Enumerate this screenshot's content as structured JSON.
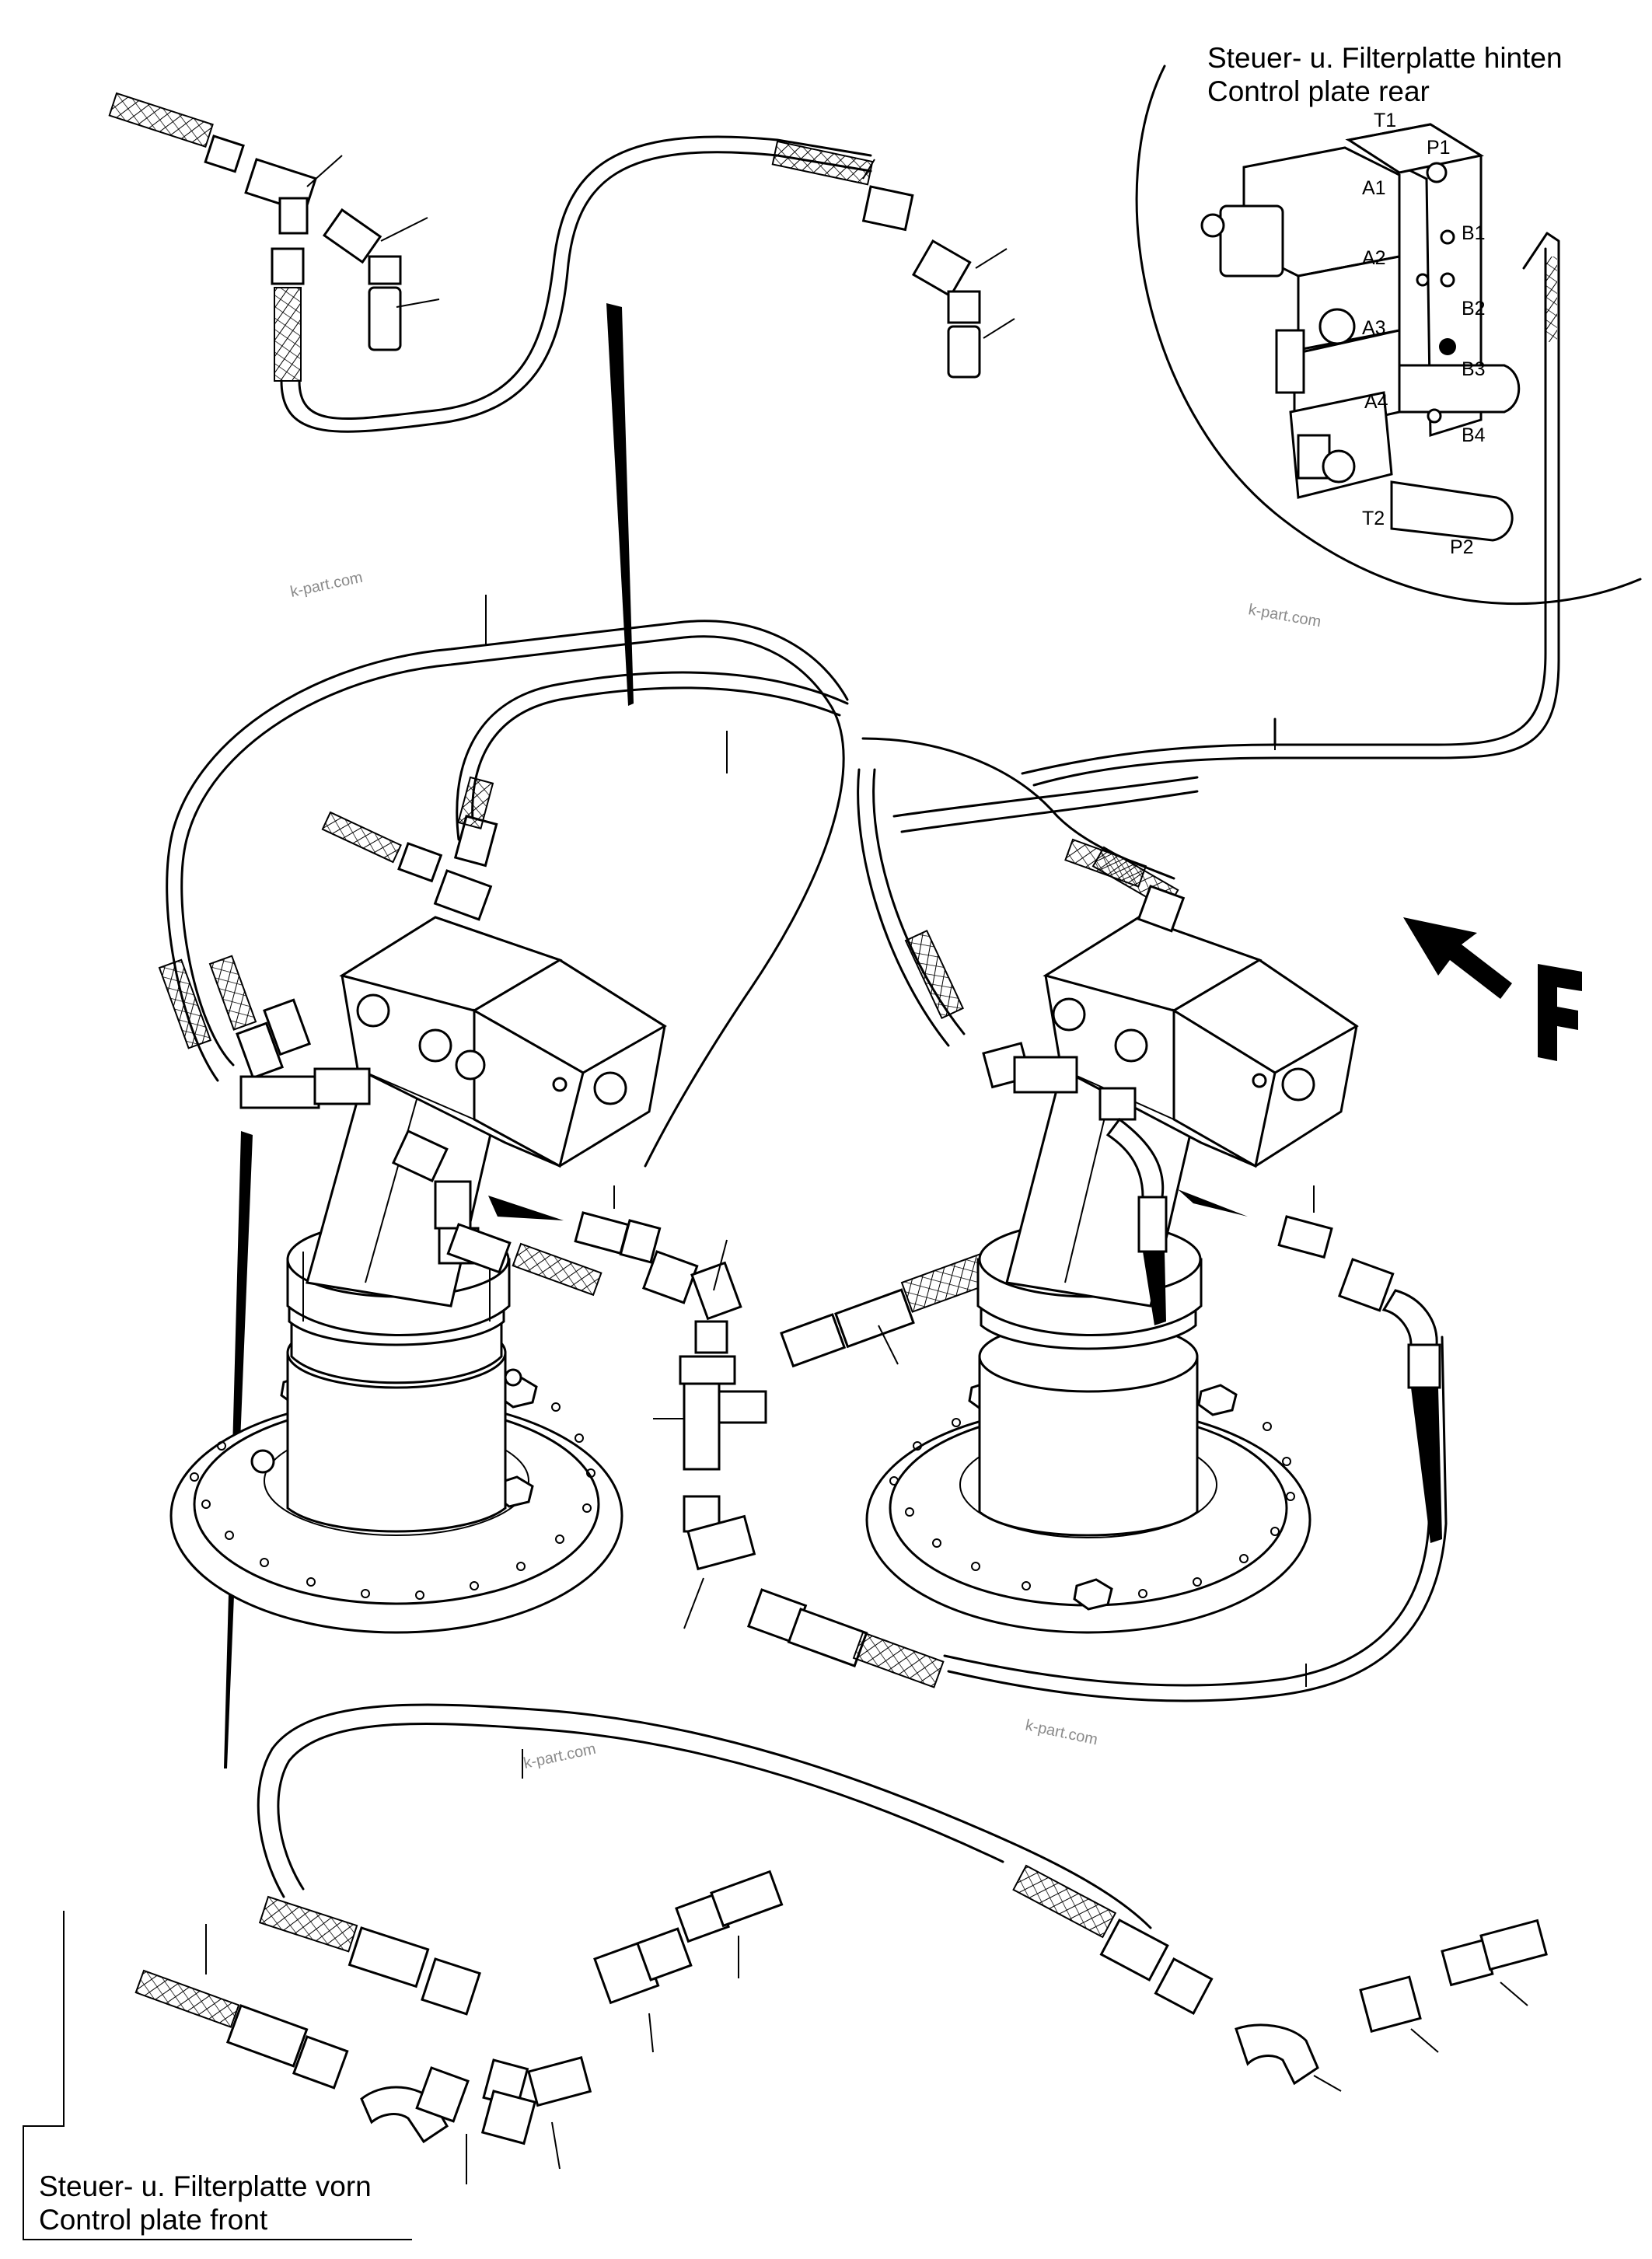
{
  "labels": {
    "rear_line1": "Steuer- u. Filterplatte hinten",
    "rear_line2": "Control plate rear",
    "front_line1": "Steuer- u. Filterplatte vorn",
    "front_line2": "Control plate front",
    "direction_letter": "F"
  },
  "ports": {
    "t1": "T1",
    "p1": "P1",
    "a1": "A1",
    "b1": "B1",
    "a2": "A2",
    "b2": "B2",
    "a3": "A3",
    "b3": "B3",
    "a4": "A4",
    "b4": "B4",
    "t2": "T2",
    "p2": "P2"
  },
  "watermarks": {
    "w1": "k-part.com",
    "w2": "k-part.com",
    "w3": "k-part.com",
    "w4": "k-part.com"
  }
}
